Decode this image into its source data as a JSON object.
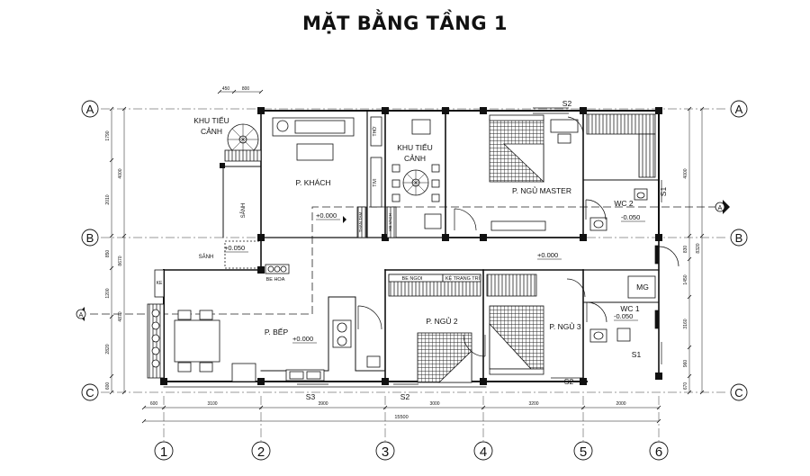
{
  "title": "MẶT BẰNG  TẦNG 1",
  "rooms": {
    "khu_tieu_canh_1": [
      "KHU TIỂU",
      "CẢNH"
    ],
    "khu_tieu_canh_2": [
      "KHU TIỂU",
      "CẢNH"
    ],
    "p_khach": "P. KHÁCH",
    "p_ngu_master": "P. NGỦ MASTER",
    "wc2": "WC 2",
    "wc1": "WC 1",
    "sanh_v": "SẢNH",
    "sanh_h": "SẢNH",
    "p_bep": "P. BẾP",
    "p_ngu2": "P. NGỦ 2",
    "p_ngu3": "P. NGỦ 3",
    "mg": "MG",
    "be_hoa": "BE HOA",
    "be_ngoi": "BE NGOI",
    "ke_trang_tri": "KỆ TRANG TRÍ",
    "tho": "THỜ",
    "tivi": "TIVI",
    "than_tam": "THAN TAM",
    "he_vach": "HE VACH",
    "ke": "KE"
  },
  "levels": {
    "l1": "+0.000",
    "l2": "+0.050",
    "l3": "+0.000",
    "l4": "+0.000",
    "wc2": "-0.050",
    "wc1": "-0.050"
  },
  "markers": {
    "s2_top": "S2",
    "s1_right": "S1",
    "s1_wc": "S1",
    "s3": "S3",
    "s2_bottom_mid": "S2",
    "s2_bottom_right": "S2"
  },
  "grid_rows": [
    "A",
    "B",
    "C"
  ],
  "grid_cols": [
    "1",
    "2",
    "3",
    "4",
    "5",
    "6"
  ],
  "section_marks": [
    "A",
    "A"
  ],
  "dims_bottom": [
    "600",
    "3100",
    "3900",
    "3000",
    "3200",
    "2000"
  ],
  "dim_total": "15500",
  "dims_left": [
    "1790",
    "2010",
    "4000",
    "850",
    "8670",
    "1200",
    "4870",
    "2820",
    "600"
  ],
  "dims_right": [
    "4000",
    "830",
    "8320",
    "1450",
    "3160",
    "960",
    "670"
  ],
  "dims_top": [
    "450",
    "800"
  ]
}
